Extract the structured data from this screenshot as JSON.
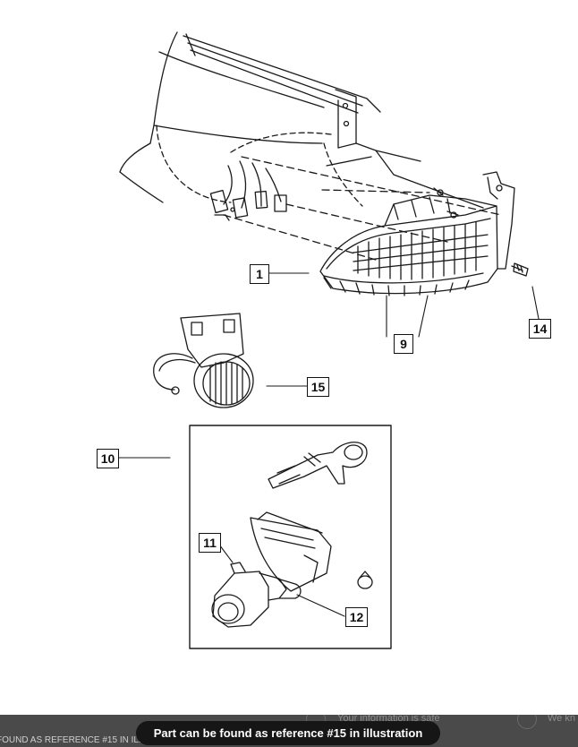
{
  "callouts": [
    "1",
    "9",
    "14",
    "15",
    "10",
    "11",
    "12"
  ],
  "footer": {
    "tooltip": "Part can be found as reference #15 in illustration",
    "caption": "FOUND AS REFERENCE #15 IN ILLUSTRATION",
    "info_text": "Your information is safe",
    "right_text": "We kn"
  }
}
